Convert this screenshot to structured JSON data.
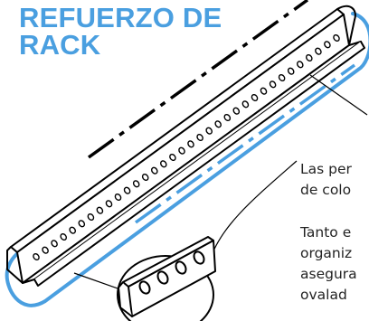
{
  "title": {
    "line1": "REFUERZO DE",
    "line2": "RACK",
    "color": "#4a9fe0"
  },
  "callout_1": {
    "line1": "Las per",
    "line2": "de colo"
  },
  "callout_2": {
    "line1": "Tanto e",
    "line2": "organiz",
    "line3": "asegura",
    "line4": "ovalad"
  },
  "colors": {
    "accent": "#4a9fe0",
    "line": "#000000",
    "text": "#232323"
  },
  "rack": {
    "hole_count": 34,
    "detail_hole_count": 4
  },
  "icons": [
    "rack-profile-drawing",
    "magnified-detail-drawing"
  ]
}
